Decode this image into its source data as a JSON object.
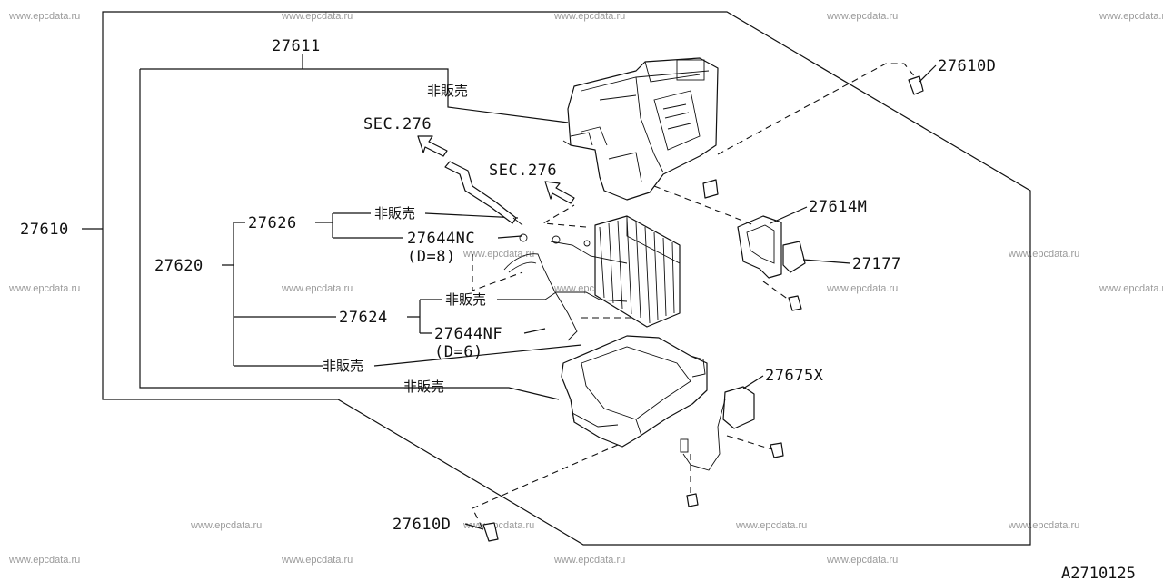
{
  "watermarks": {
    "text": "www.epcdata.ru"
  },
  "labels": {
    "p27611": "27611",
    "p27610": "27610",
    "p27620": "27620",
    "p27626": "27626",
    "p27624": "27624",
    "p27644nc": "27644NC",
    "p27644nc_d": "(D=8)",
    "p27644nf": "27644NF",
    "p27644nf_d": "(D=6)",
    "p27610d_top": "27610D",
    "p27610d_bottom": "27610D",
    "p27614m": "27614M",
    "p27177": "27177",
    "p27675x": "27675X",
    "sec276_a": "SEC.276",
    "sec276_b": "SEC.276",
    "not_for_sale_1": "非販売",
    "not_for_sale_2": "非販売",
    "not_for_sale_3": "非販売",
    "not_for_sale_4": "非販売",
    "not_for_sale_5": "非販売"
  },
  "diagram_ref": "A2710125"
}
